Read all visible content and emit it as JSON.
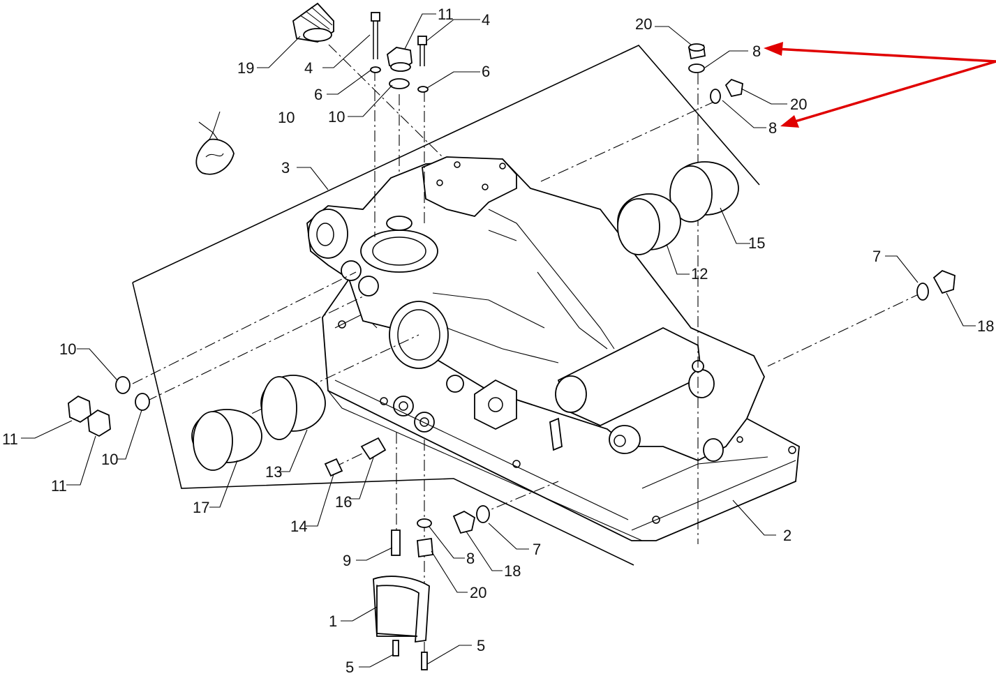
{
  "callouts": [
    {
      "id": "c19",
      "label": "19"
    },
    {
      "id": "c4a",
      "label": "4"
    },
    {
      "id": "c11a",
      "label": "11"
    },
    {
      "id": "c4b",
      "label": "4"
    },
    {
      "id": "c6a",
      "label": "6"
    },
    {
      "id": "c6b",
      "label": "6"
    },
    {
      "id": "c10a",
      "label": "10"
    },
    {
      "id": "c10b",
      "label": "10"
    },
    {
      "id": "c20a",
      "label": "20"
    },
    {
      "id": "c8a",
      "label": "8"
    },
    {
      "id": "c20b",
      "label": "20"
    },
    {
      "id": "c8b",
      "label": "8"
    },
    {
      "id": "c3",
      "label": "3"
    },
    {
      "id": "c15",
      "label": "15"
    },
    {
      "id": "c12",
      "label": "12"
    },
    {
      "id": "c7a",
      "label": "7"
    },
    {
      "id": "c18a",
      "label": "18"
    },
    {
      "id": "c10c",
      "label": "10"
    },
    {
      "id": "c11b",
      "label": "11"
    },
    {
      "id": "c10d",
      "label": "10"
    },
    {
      "id": "c11c",
      "label": "11"
    },
    {
      "id": "c13",
      "label": "13"
    },
    {
      "id": "c17",
      "label": "17"
    },
    {
      "id": "c16",
      "label": "16"
    },
    {
      "id": "c14",
      "label": "14"
    },
    {
      "id": "c2",
      "label": "2"
    },
    {
      "id": "c7b",
      "label": "7"
    },
    {
      "id": "c8c",
      "label": "8"
    },
    {
      "id": "c18b",
      "label": "18"
    },
    {
      "id": "c9",
      "label": "9"
    },
    {
      "id": "c20c",
      "label": "20"
    },
    {
      "id": "c1",
      "label": "1"
    },
    {
      "id": "c5a",
      "label": "5"
    },
    {
      "id": "c5b",
      "label": "5"
    }
  ],
  "colors": {
    "lines": "#000000",
    "highlight_arrow": "#e00000",
    "background": "#ffffff"
  }
}
